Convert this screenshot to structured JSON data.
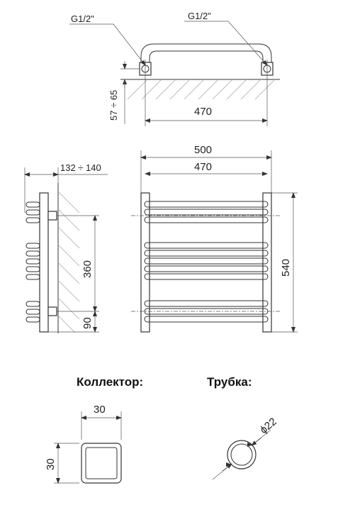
{
  "top_view": {
    "thread_left": "G1/2\"",
    "thread_right": "G1/2\"",
    "wall_offset": "57 ÷ 65",
    "width": "470"
  },
  "front_view": {
    "overall_width": "500",
    "axis_width": "470",
    "height": "540"
  },
  "side_view": {
    "depth": "132 ÷ 140",
    "mount_spacing": "360",
    "bottom_offset": "90"
  },
  "collector": {
    "heading": "Коллектор:",
    "width": "30",
    "height": "30"
  },
  "tube": {
    "heading": "Трубка:",
    "diameter": "ϕ22"
  }
}
